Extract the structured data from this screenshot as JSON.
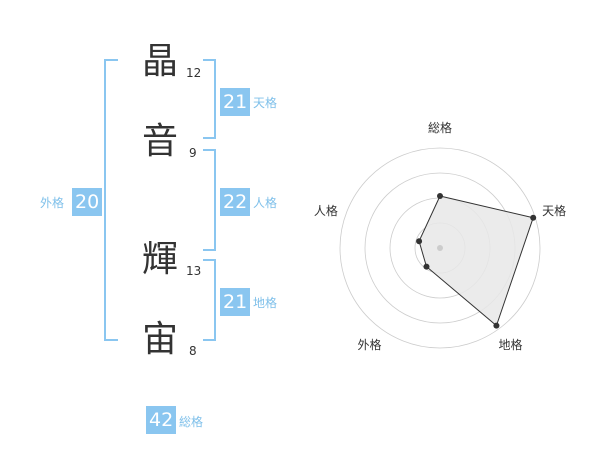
{
  "name": {
    "characters": [
      {
        "char": "晶",
        "strokes": "12"
      },
      {
        "char": "音",
        "strokes": "9"
      },
      {
        "char": "輝",
        "strokes": "13"
      },
      {
        "char": "宙",
        "strokes": "8"
      }
    ]
  },
  "kakusu": {
    "tenkaku": {
      "value": "21",
      "label": "天格"
    },
    "jinkaku": {
      "value": "22",
      "label": "人格"
    },
    "chikaku": {
      "value": "21",
      "label": "地格"
    },
    "gaikaku": {
      "value": "20",
      "label": "外格"
    },
    "soukaku": {
      "value": "42",
      "label": "総格"
    }
  },
  "chart_data": {
    "type": "radar",
    "axes": [
      "総格",
      "天格",
      "地格",
      "外格",
      "人格"
    ],
    "rings": 4,
    "values_fraction_of_max": [
      0.52,
      0.98,
      0.96,
      0.23,
      0.22
    ],
    "fill_color": "#e8e8e8",
    "stroke_color": "#333333",
    "ring_color": "#cccccc"
  },
  "colors": {
    "accent": "#8ac6f0",
    "bracket": "#8ac6f0",
    "text": "#333333"
  }
}
